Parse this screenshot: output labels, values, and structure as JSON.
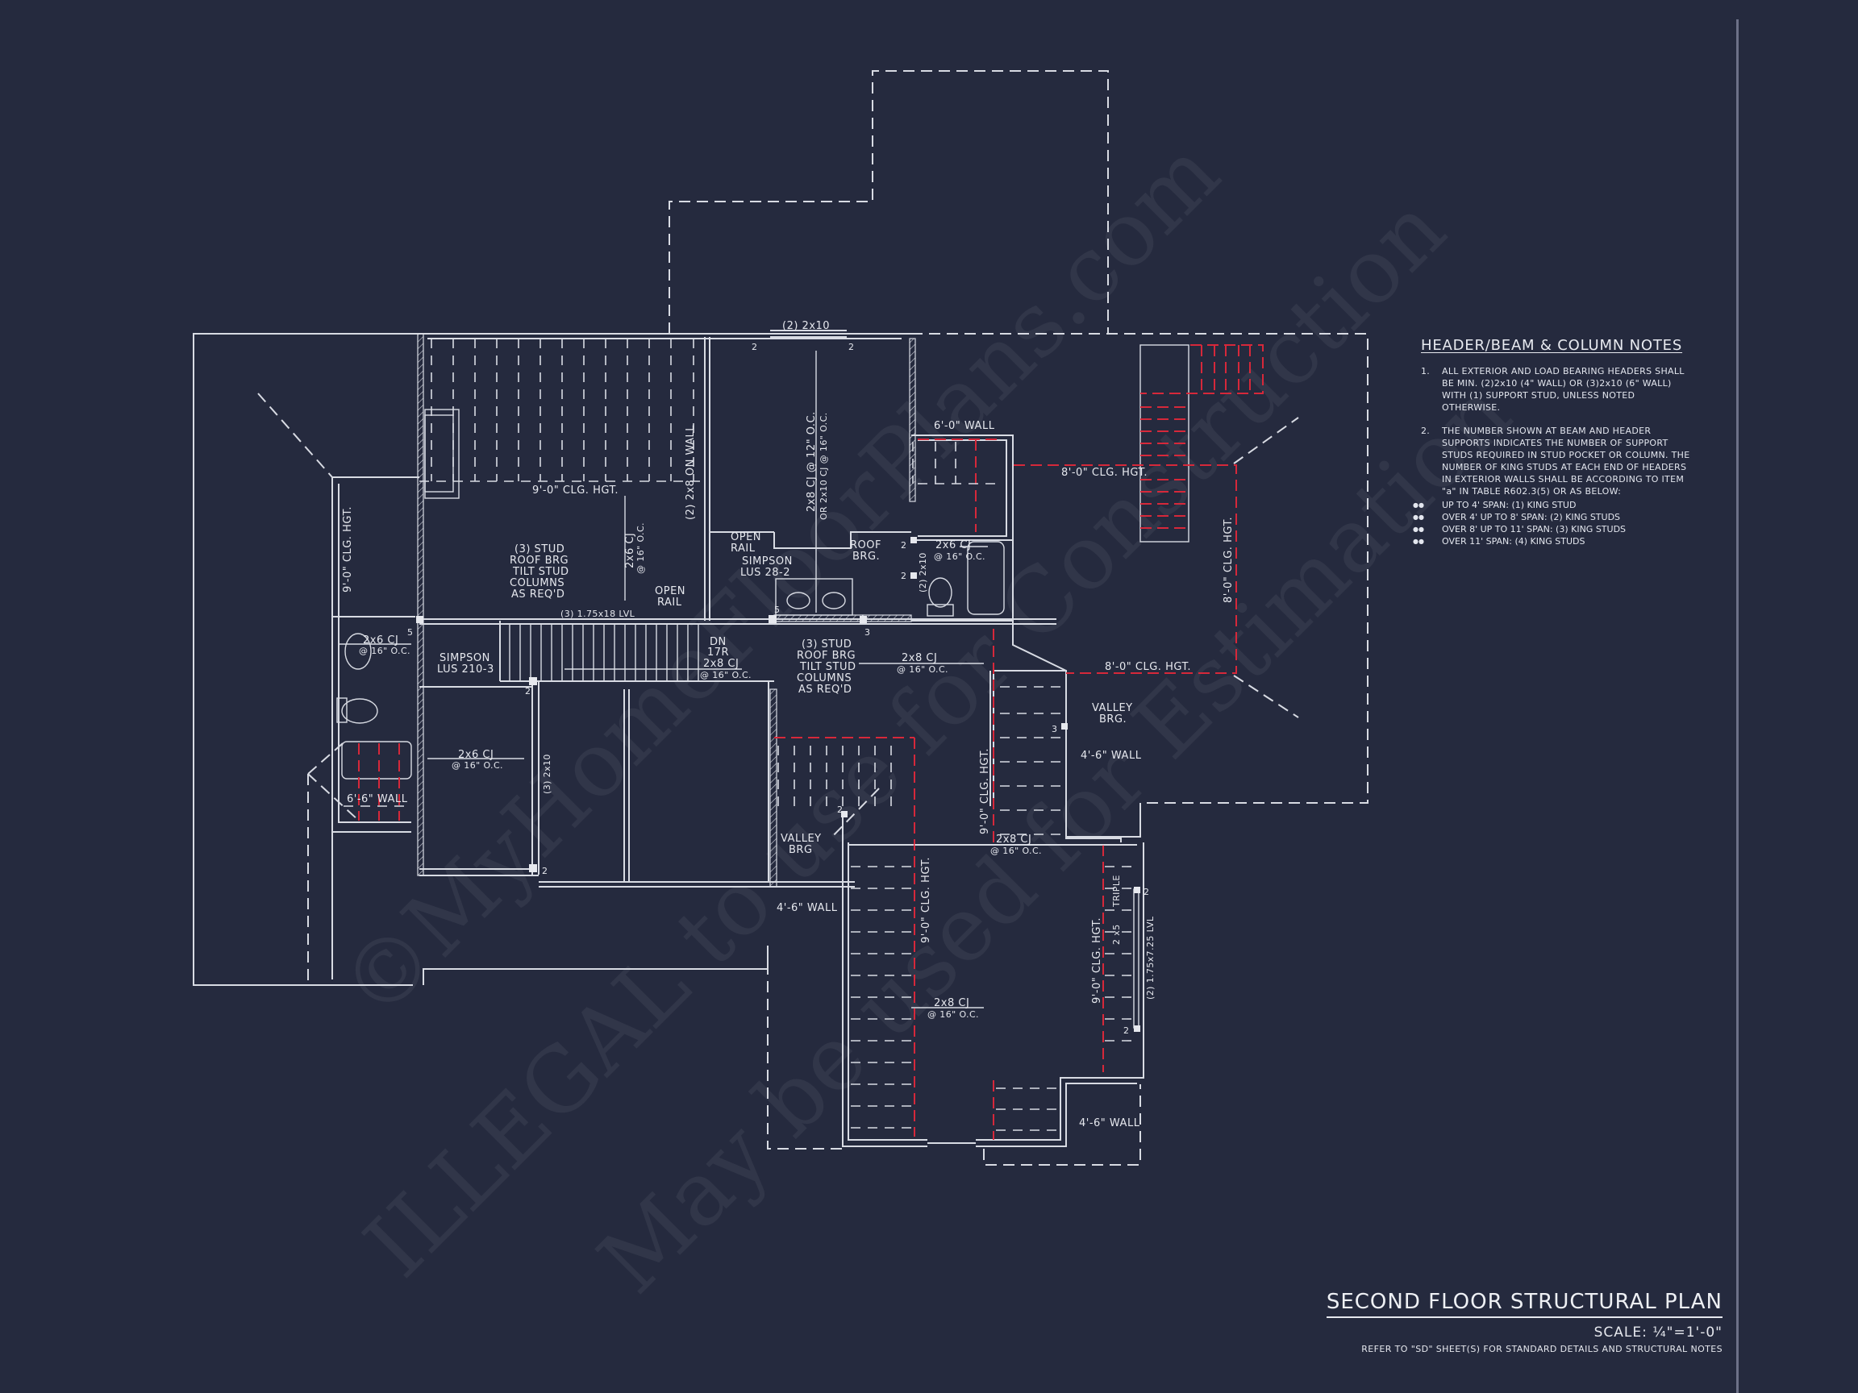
{
  "sheet": {
    "title": "SECOND FLOOR STRUCTURAL PLAN",
    "scale": "SCALE: ¼\"=1'-0\"",
    "reference": "REFER TO \"SD\" SHEET(S) FOR STANDARD DETAILS AND STRUCTURAL NOTES",
    "colors": {
      "background": "#252a3e",
      "linework": "#d8dbe3",
      "ceiling_break": "#d6283a",
      "border": "#6d7188"
    }
  },
  "notes": {
    "heading": "HEADER/BEAM & COLUMN NOTES",
    "items": [
      {
        "num": "1.",
        "text": "ALL EXTERIOR AND LOAD BEARING HEADERS SHALL BE MIN. (2)2x10 (4\" WALL) OR (3)2x10 (6\" WALL) WITH (1) SUPPORT STUD, UNLESS NOTED OTHERWISE."
      },
      {
        "num": "2.",
        "text": "THE NUMBER SHOWN AT BEAM AND HEADER SUPPORTS INDICATES THE NUMBER OF SUPPORT STUDS REQUIRED IN STUD POCKET OR COLUMN. THE NUMBER OF KING STUDS AT EACH END OF HEADERS IN EXTERIOR WALLS SHALL BE ACCORDING TO ITEM \"a\" IN TABLE R602.3(5) OR AS BELOW:"
      }
    ],
    "bullets": [
      "UP TO 4' SPAN: (1) KING STUD",
      "OVER 4' UP TO 8' SPAN: (2) KING STUDS",
      "OVER 8' UP TO 11' SPAN: (3) KING STUDS",
      "OVER 11' SPAN: (4) KING STUDS"
    ],
    "bullet_glyph": "●●"
  },
  "plan": {
    "labels": {
      "top_header": "(2) 2x10",
      "top_header_left_studs": "2",
      "top_header_right_studs": "2",
      "clg_9_top": "9'-0\" CLG. HGT.",
      "clg_9_left": "9'-0\" CLG. HGT.",
      "on_wall": "(2) 2x8 ON WALL",
      "cj_2x6_vert_a": "2x6 CJ",
      "cj_2x6_vert_b": "@ 16\" O.C.",
      "cj_2x8_vert_a": "2x8 CJ @ 12\" O.C.",
      "cj_2x8_vert_b": "OR 2x10 CJ @ 16\" O.C.",
      "wall_6_0": "6'-0\" WALL",
      "clg_8_a": "8'-0\" CLG. HGT.",
      "clg_8_b": "8'-0\" CLG. HGT.",
      "clg_8_c": "8'-0\" CLG. HGT.",
      "stud_left_1": "(3) STUD",
      "stud_left_2": "ROOF BRG",
      "stud_left_3": "TILT STUD",
      "stud_left_4": "COLUMNS",
      "stud_left_5": "AS REQ'D",
      "open_rail_1a": "OPEN",
      "open_rail_1b": "RAIL",
      "open_rail_2a": "OPEN",
      "open_rail_2b": "RAIL",
      "simpson_28_a": "SIMPSON",
      "simpson_28_b": "LUS 28-2",
      "roof_brg_a": "ROOF",
      "roof_brg_b": "BRG.",
      "roof_brg_stud_top": "2",
      "roof_brg_stud_bot": "2",
      "header_2x10_bath": "(2) 2x10",
      "cj_bath_a": "2x6 CJ",
      "cj_bath_b": "@ 16\" O.C.",
      "lvl": "(3) 1.75x18 LVL",
      "stud_5_left": "5",
      "stud_5_vanity": "5",
      "stud_3_vanity": "3",
      "cj_left_bath_a": "2x6 CJ",
      "cj_left_bath_b": "@ 16\" O.C.",
      "simpson_210_a": "SIMPSON",
      "simpson_210_b": "LUS 210-3",
      "stair_dn": "DN",
      "stair_risers": "17R",
      "cj_stair_a": "2x8 CJ",
      "cj_stair_b": "@ 16\" O.C.",
      "stud_right_1": "(3) STUD",
      "stud_right_2": "ROOF BRG",
      "stud_right_3": "TILT STUD",
      "stud_right_4": "COLUMNS",
      "stud_right_5": "AS REQ'D",
      "cj_hall_a": "2x8 CJ",
      "cj_hall_b": "@ 16\" O.C.",
      "stud_2_stair": "2",
      "cj_bed_a": "2x6 CJ",
      "cj_bed_b": "@ 16\" O.C.",
      "header_3_2x10": "(3) 2x10",
      "stud_2_bed": "2",
      "wall_6_6": "6'-6\" WALL",
      "valley_brg_r_a": "VALLEY",
      "valley_brg_r_b": "BRG.",
      "stud_3_valley": "3",
      "wall_4_6_a": "4'-6\" WALL",
      "clg_9_mid": "9'-0\" CLG. HGT.",
      "cj_bonus_top_a": "2x8 CJ",
      "cj_bonus_top_b": "@ 16\" O.C.",
      "valley_brg_l_a": "VALLEY",
      "valley_brg_l_b": "BRG",
      "stud_2_valley": "2",
      "wall_4_6_b": "4'-6\" WALL",
      "clg_9_bonus_l": "9'-0\" CLG. HGT.",
      "cj_bonus_a": "2x8 CJ",
      "cj_bonus_b": "@ 16\" O.C.",
      "clg_9_bonus_r": "9'-0\" CLG. HGT.",
      "triple": "TRIPLE",
      "two_by_5": "2 x5",
      "lvl_bonus": "(2) 1.75x7.25 LVL",
      "lvl_bonus_top_studs": "2",
      "lvl_bonus_bot_studs": "2",
      "wall_4_6_c": "4'-6\" WALL"
    }
  },
  "watermark": {
    "line1": "©MyHomeFloorPlans.com",
    "line2": "ILLEGAL to use for Construction",
    "line3": "May be used for Estimation"
  }
}
